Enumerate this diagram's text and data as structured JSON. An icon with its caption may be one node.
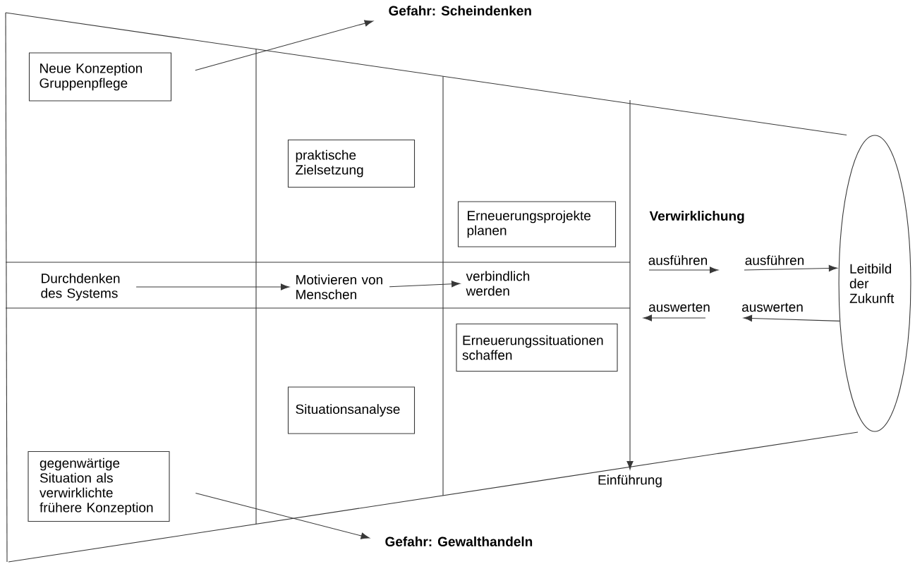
{
  "diagram": {
    "nodes": [
      {
        "text": [
          "Gefahr: Scheindenken"
        ]
      },
      {
        "text": [
          "Neue Konzeption Gruppenpflege"
        ]
      },
      {
        "text": [
          "praktische Zielsetzung"
        ]
      },
      {
        "text": [
          "Erneuerungsprojekte planen"
        ]
      },
      {
        "text": [
          "Durchdenken des Systems"
        ]
      },
      {
        "text": [
          "Motivieren von Menschen"
        ]
      },
      {
        "text": [
          "verbindlich werden"
        ]
      },
      {
        "text": [
          "Leitbild der Zukunft"
        ]
      },
      {
        "text": [
          "Erneuerungssituationen schaffen"
        ]
      },
      {
        "text": [
          "Situationsanalyse"
        ]
      },
      {
        "text": [
          "Einführung"
        ]
      },
      {
        "text": [
          "gegenwärtige Situation als verwirklichte frühere Konzeption"
        ]
      },
      {
        "text": [
          "Gefahr: Gewalthandeln"
        ]
      }
    ],
    "edges": [
      {
        "from": 1,
        "to": 0,
        "arrow": "to"
      },
      {
        "from": 4,
        "to": 5,
        "arrow": "to"
      },
      {
        "from": 5,
        "to": 6,
        "arrow": "to"
      },
      {
        "from": null,
        "to": 7,
        "arrow": "to",
        "label": "ausführen"
      },
      {
        "from": 7,
        "to": null,
        "arrow": "to",
        "label": "auswerten"
      },
      {
        "from": null,
        "to": 10,
        "arrow": "to"
      },
      {
        "from": 11,
        "to": 12,
        "arrow": "to"
      }
    ],
    "labels": [
      "Verwirklichung",
      "ausführen",
      "auswerten"
    ]
  }
}
